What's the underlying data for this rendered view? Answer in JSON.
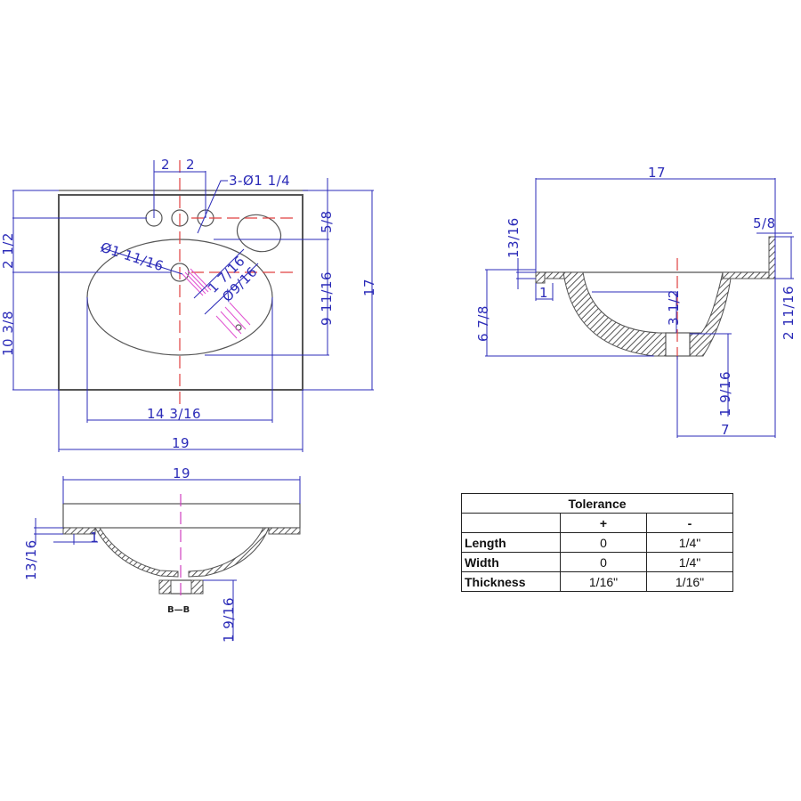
{
  "drawing": {
    "top_view": {
      "faucet_spacing_left": "2",
      "faucet_spacing_right": "2",
      "faucet_holes": "3-Ø1 1/4",
      "back_to_faucet_centerline": "5/8",
      "faucet_to_drain_vertical_left": "2 1/2",
      "drain_to_front": "10 3/8",
      "drain_hole_diameter": "Ø1 11/16",
      "overflow_offset": "1 7/16",
      "overflow_hole_diameter": "Ø9/16",
      "bowl_depth_front_back": "9 11/16",
      "overall_depth": "17",
      "bowl_width": "14 3/16",
      "overall_width": "19"
    },
    "side_section": {
      "overall_depth": "17",
      "backsplash_thickness": "5/8",
      "top_thickness": "13/16",
      "lip": "1",
      "bowl_depth": "3 1/2",
      "overall_height": "6 7/8",
      "backsplash_height": "2 11/16",
      "drain_height": "1 9/16",
      "drain_to_back": "7"
    },
    "front_section": {
      "overall_width": "19",
      "top_thickness": "13/16",
      "lip": "1",
      "drain_height": "1 9/16",
      "section_label": "B—B"
    }
  },
  "tolerance_table": {
    "title": "Tolerance",
    "columns": [
      "",
      "+",
      "-"
    ],
    "rows": [
      {
        "label": "Length",
        "plus": "0",
        "minus": "1/4\""
      },
      {
        "label": "Width",
        "plus": "0",
        "minus": "1/4\""
      },
      {
        "label": "Thickness",
        "plus": "1/16\"",
        "minus": "1/16\""
      }
    ]
  },
  "colors": {
    "dimension": "#2b2bb8",
    "outline": "#555555",
    "centerline": "#e04040",
    "hatch_highlight": "#e050d0"
  }
}
